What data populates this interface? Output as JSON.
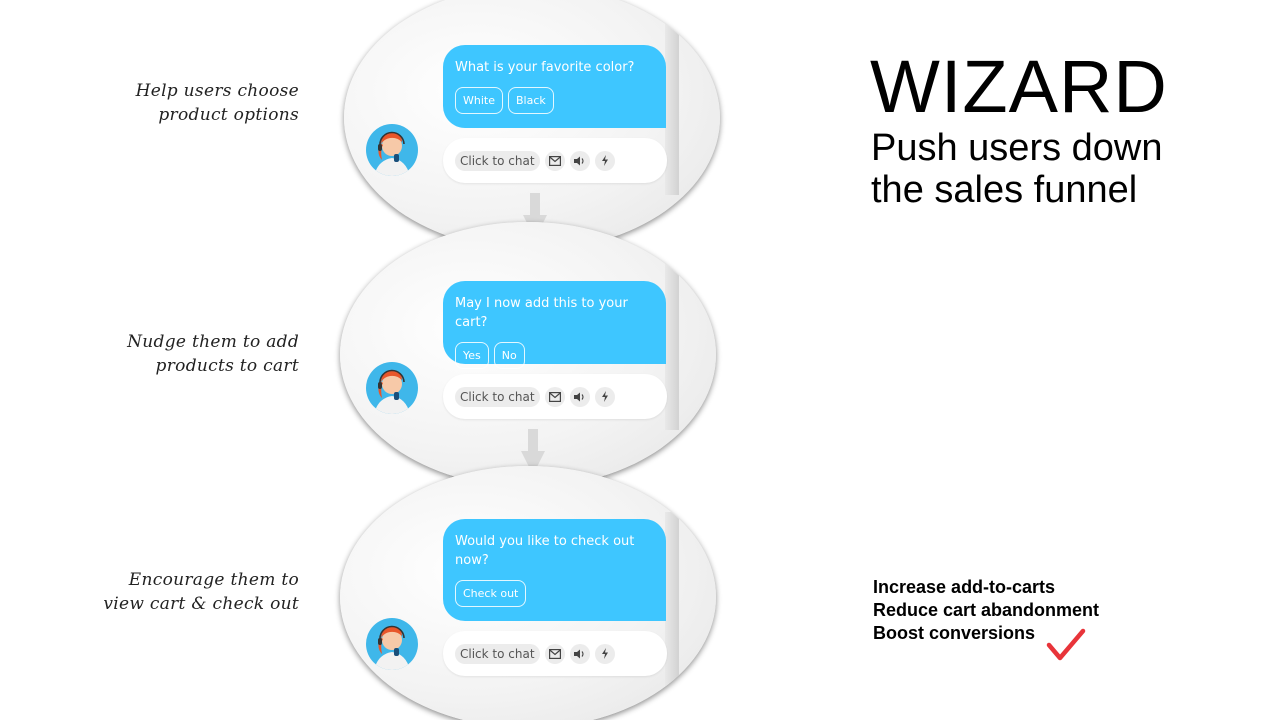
{
  "steps": [
    {
      "label_line1": "Help users choose",
      "label_line2": "product options",
      "question": "What is your favorite color?",
      "options": [
        "White",
        "Black"
      ],
      "chat_button": "Click to chat"
    },
    {
      "label_line1": "Nudge them to add",
      "label_line2": "products to cart",
      "question": "May I now add this to your cart?",
      "options": [
        "Yes",
        "No"
      ],
      "chat_button": "Click to chat"
    },
    {
      "label_line1": "Encourage them to",
      "label_line2": "view cart & check out",
      "question": "Would you like to check out now?",
      "options": [
        "Check out"
      ],
      "chat_button": "Click to chat"
    }
  ],
  "icons": {
    "mail": "envelope-icon",
    "sound": "speaker-icon",
    "quick": "lightning-icon",
    "connector": "arrow-down-icon",
    "check": "checkmark-icon"
  },
  "headline": {
    "title": "WIZARD",
    "subtitle_line1": "Push users down",
    "subtitle_line2": "the sales funnel"
  },
  "benefits": [
    "Increase add-to-carts",
    "Reduce cart abandonment",
    "Boost conversions"
  ],
  "colors": {
    "bubble": "#3ec6ff",
    "avatar_bg": "#3fb7ea",
    "check": "#e8343a",
    "arrow": "#d9d9d9"
  }
}
